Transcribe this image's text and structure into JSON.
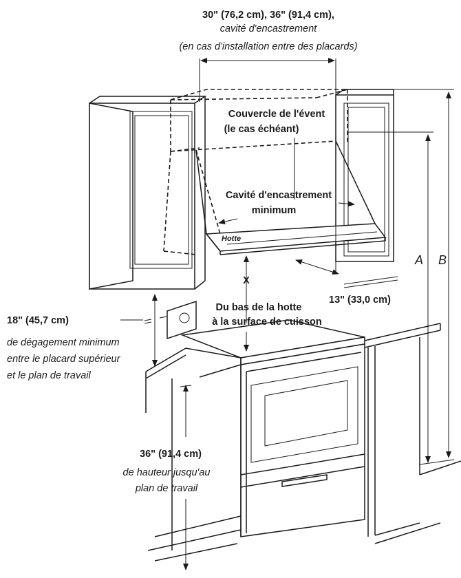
{
  "labels": {
    "top_width": "30\" (76,2 cm), 36\" (91,4 cm),",
    "top_cavity": "cavité d'encastrement",
    "top_between": "(en cas d'installation entre des placards)",
    "vent_cover_1": "Couvercle de l'évent",
    "vent_cover_2": "(le cas échéant)",
    "cavity_1": "Cavité d'encastrement",
    "cavity_2": "minimum",
    "hood": "Hotte",
    "depth": "13\" (33,0 cm)",
    "x_label": "X",
    "x_desc_1": "Du bas de la hotte",
    "x_desc_2": "à la surface de cuisson",
    "clearance_value": "18\" (45,7 cm)",
    "clearance_1": "de dégagement minimum",
    "clearance_2": "entre le placard supérieur",
    "clearance_3": "et le plan de travail",
    "counter_value": "36\" (91,4 cm)",
    "counter_1": "de hauteur jusqu'au",
    "counter_2": "plan de travail",
    "dim_a": "A",
    "dim_b": "B"
  }
}
